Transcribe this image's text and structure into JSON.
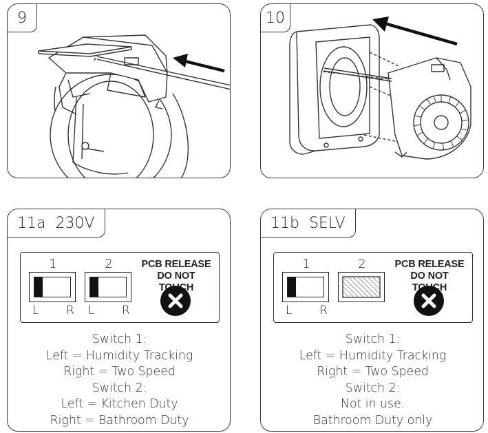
{
  "panels": {
    "step9": {
      "label": "9"
    },
    "step10": {
      "label": "10"
    },
    "step11a": {
      "label": "11a  230V",
      "switch1_num": "1",
      "switch2_num": "2",
      "lr": [
        "L",
        "R",
        "L",
        "R"
      ],
      "release_line1": "PCB RELEASE",
      "release_line2": "DO NOT TOUCH",
      "lines": [
        "Switch 1:",
        "Left = Humidity Tracking",
        "Right = Two Speed",
        "Switch 2:",
        "Left = Kitchen Duty",
        "Right = Bathroom Duty"
      ]
    },
    "step11b": {
      "label": "11b  SELV",
      "switch1_num": "1",
      "switch2_num": "2",
      "lr": [
        "L",
        "R"
      ],
      "release_line1": "PCB RELEASE",
      "release_line2": "DO NOT TOUCH",
      "lines": [
        "Switch 1:",
        "Left = Humidity Tracking",
        "Right = Two Speed",
        "Switch 2:",
        "Not in use.",
        "Bathroom Duty only"
      ]
    }
  },
  "icons": [
    "arrow-icon",
    "close-x-icon",
    "hatched-slot-icon"
  ],
  "colors": {
    "stroke": "#3a3a3a",
    "fill_dark": "#111111",
    "background": "#ffffff"
  }
}
